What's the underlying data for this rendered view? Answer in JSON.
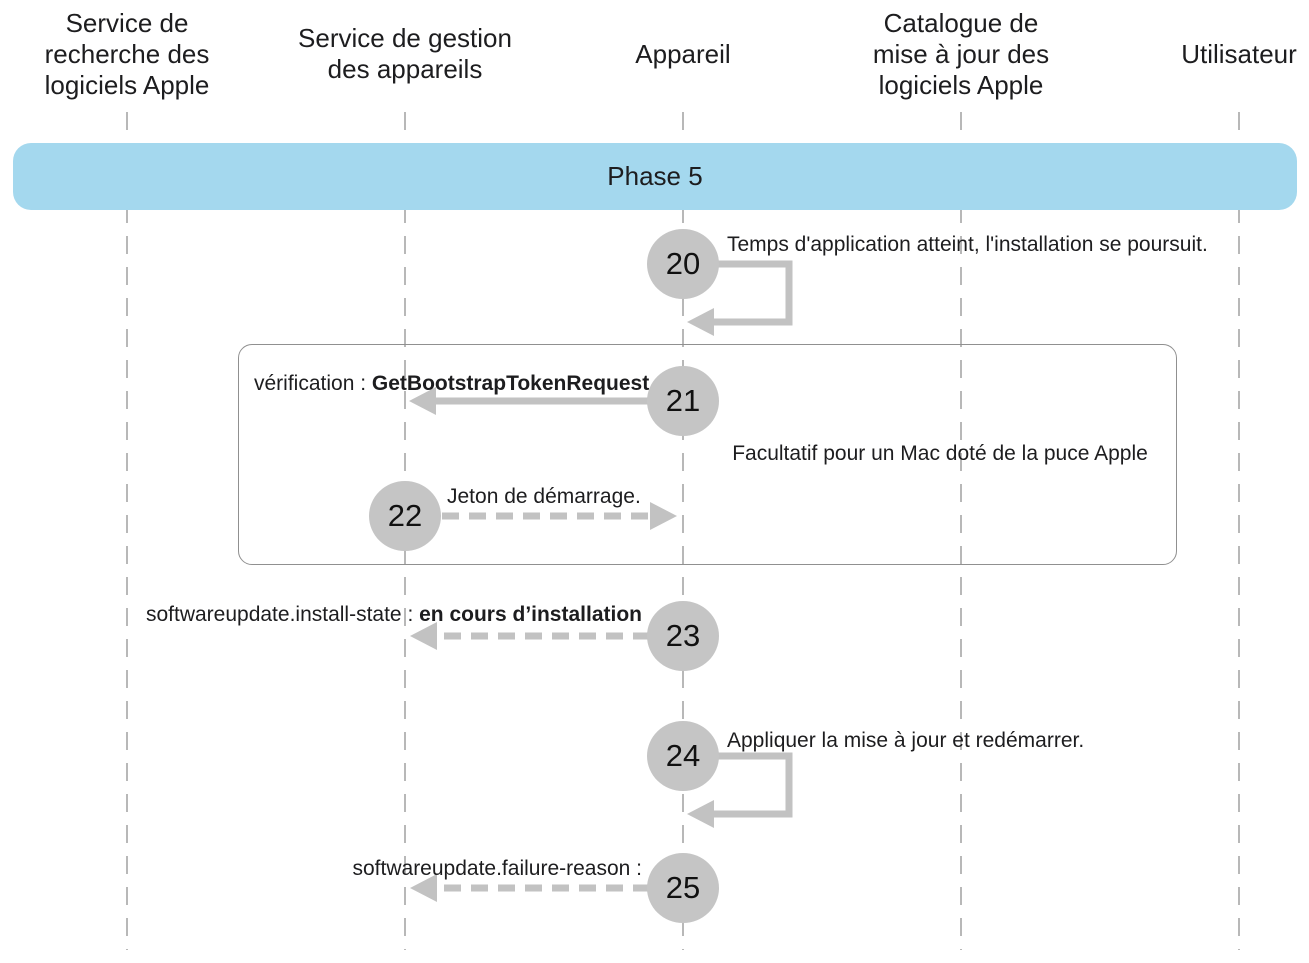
{
  "diagram": {
    "phase_label": "Phase 5",
    "note": "Facultatif pour un Mac doté de la puce Apple",
    "lifelines": [
      {
        "label": "Service de\nrecherche des\nlogiciels Apple"
      },
      {
        "label": "Service de gestion\ndes appareils"
      },
      {
        "label": "Appareil"
      },
      {
        "label": "Catalogue de\nmise à jour des\nlogiciels Apple"
      },
      {
        "label": "Utilisateur"
      }
    ],
    "steps": [
      {
        "number": "20",
        "prefix": "Temps d'application atteint, l'installation se poursuit.",
        "emphasis": "",
        "from": "Appareil",
        "to": "Appareil",
        "line": "solid-self-loop"
      },
      {
        "number": "21",
        "prefix": "vérification : ",
        "emphasis": "GetBootstrapTokenRequest",
        "from": "Appareil",
        "to": "Service de gestion des appareils",
        "line": "solid"
      },
      {
        "number": "22",
        "prefix": "Jeton de démarrage.",
        "emphasis": "",
        "from": "Service de gestion des appareils",
        "to": "Appareil",
        "line": "dashed"
      },
      {
        "number": "23",
        "prefix": "softwareupdate.install-state : ",
        "emphasis": "en cours d’installation",
        "from": "Appareil",
        "to": "Service de gestion des appareils",
        "line": "dashed"
      },
      {
        "number": "24",
        "prefix": "Appliquer la mise à jour et redémarrer.",
        "emphasis": "",
        "from": "Appareil",
        "to": "Appareil",
        "line": "solid-self-loop"
      },
      {
        "number": "25",
        "prefix": "softwareupdate.failure-reason :",
        "emphasis": "",
        "from": "Appareil",
        "to": "Service de gestion des appareils",
        "line": "dashed"
      }
    ],
    "colors": {
      "phase_banner": "#a4d8ee",
      "step_circle": "#c5c5c5",
      "arrow": "#c2c2c2",
      "lifeline": "#b8b8b8",
      "text": "#1d1d1f"
    }
  }
}
